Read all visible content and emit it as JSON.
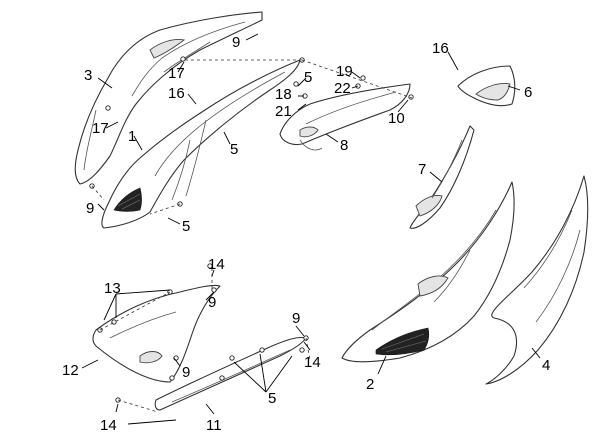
{
  "callouts": [
    {
      "id": "c16a",
      "text": "16"
    },
    {
      "id": "c6",
      "text": "6"
    },
    {
      "id": "c9a",
      "text": "9"
    },
    {
      "id": "c3",
      "text": "3"
    },
    {
      "id": "c17a",
      "text": "17"
    },
    {
      "id": "c5a",
      "text": "5"
    },
    {
      "id": "c19",
      "text": "19"
    },
    {
      "id": "c22",
      "text": "22"
    },
    {
      "id": "c16b",
      "text": "16"
    },
    {
      "id": "c18",
      "text": "18"
    },
    {
      "id": "c21",
      "text": "21"
    },
    {
      "id": "c10",
      "text": "10"
    },
    {
      "id": "c17b",
      "text": "17"
    },
    {
      "id": "c1",
      "text": "1"
    },
    {
      "id": "c5b",
      "text": "5"
    },
    {
      "id": "c8",
      "text": "8"
    },
    {
      "id": "c7",
      "text": "7"
    },
    {
      "id": "c9b",
      "text": "9"
    },
    {
      "id": "c5c",
      "text": "5"
    },
    {
      "id": "c14a",
      "text": "14"
    },
    {
      "id": "c13",
      "text": "13"
    },
    {
      "id": "c9c",
      "text": "9"
    },
    {
      "id": "c9d",
      "text": "9"
    },
    {
      "id": "c12",
      "text": "12"
    },
    {
      "id": "c9e",
      "text": "9"
    },
    {
      "id": "c14b",
      "text": "14"
    },
    {
      "id": "c5d",
      "text": "5"
    },
    {
      "id": "c2",
      "text": "2"
    },
    {
      "id": "c4",
      "text": "4"
    },
    {
      "id": "c14c",
      "text": "14"
    },
    {
      "id": "c11",
      "text": "11"
    }
  ]
}
